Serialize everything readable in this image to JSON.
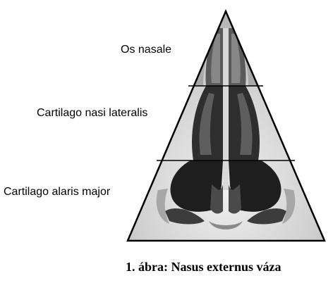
{
  "labels": {
    "os_nasale": "Os nasale",
    "cartilago_nasi_lateralis": "Cartilago nasi lateralis",
    "cartilago_alaris_major": "Cartilago alaris major"
  },
  "caption": "1. ábra: Nasus externus váza",
  "colors": {
    "outline": "#000000",
    "background": "#ffffff",
    "skin_light": "#e6e6e6",
    "skin_mid": "#c8c8c8",
    "cartilage_dark": "#3a3a3a",
    "cartilage_darker": "#1e1e1e"
  }
}
